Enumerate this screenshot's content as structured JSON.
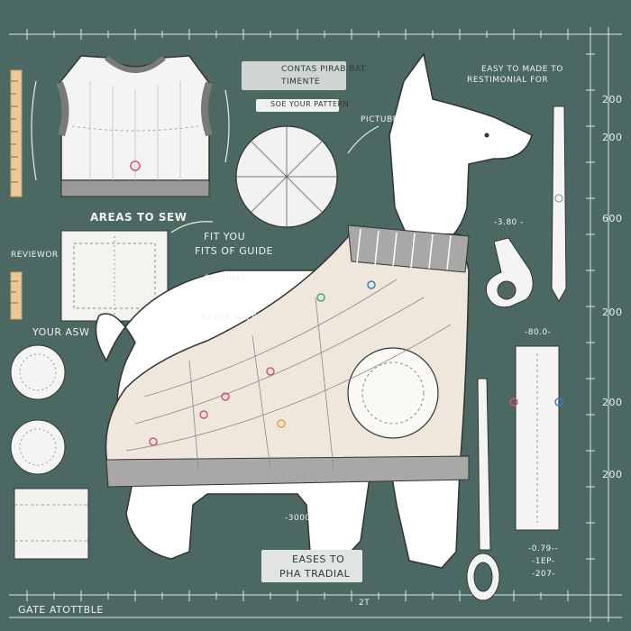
{
  "labels": {
    "areas_to_sew": "AREAS TO SEW",
    "fit_you": "FIT YOU",
    "fits_of_guide": "FITS OF GUIDE",
    "reviewer": "REVIEWOR",
    "your_sew": "YOUR ASW",
    "original": "ORIGINAL",
    "extra_male": "EXTAR MALE",
    "picture": "PICTUBE",
    "easy_to_made_1": "EASY TO MADE TO",
    "easy_to_made_2": "RESTIMONIAL FOR",
    "gate_atotable": "GATE ATOTTBLE",
    "badge_line1": "CONTAS PIRAB BAT",
    "badge_line2": "TIMENTE",
    "badge_subtitle": "SOE YOUR PATTERN",
    "bottom_badge_1": "EASES TO",
    "bottom_badge_2": "PHA TRADIAL"
  },
  "measurements": {
    "right_200_a": "200",
    "right_200_b": "200",
    "right_600": "600",
    "right_200_c": "200",
    "right_200_d": "200",
    "right_200_e": "200",
    "scissor_top": "-3.80 -",
    "strip_top": "-80.0-",
    "bottom_mid": "-3000-",
    "right_bot_1": "-0.79--",
    "right_bot_2": "-1EP-",
    "right_bot_3": "-207-",
    "bottom_axis": "2T"
  },
  "colors": {
    "background": "#4b6863",
    "line": "#e9eeea",
    "accent_pink": "#d9547a",
    "accent_green": "#4aa86e",
    "accent_blue": "#3d7ec9",
    "fabric": "#efe6dc"
  }
}
